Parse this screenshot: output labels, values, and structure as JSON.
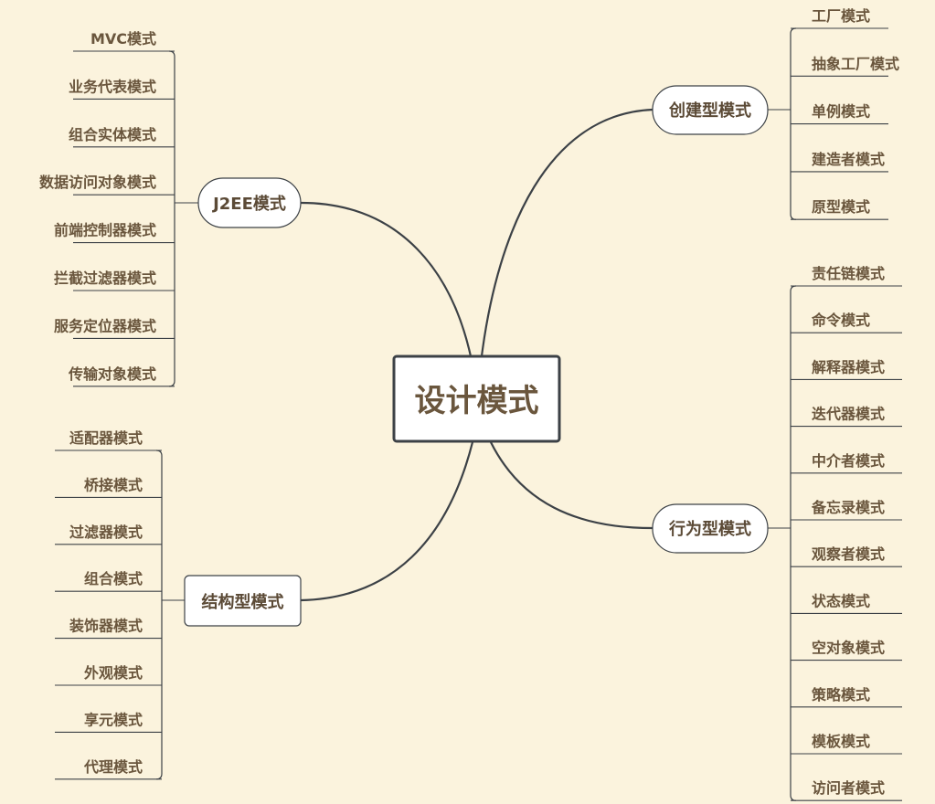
{
  "center": {
    "label": "设计模式"
  },
  "branches": {
    "creational": {
      "label": "创建型模式",
      "items": [
        "工厂模式",
        "抽象工厂模式",
        "单例模式",
        "建造者模式",
        "原型模式"
      ]
    },
    "behavioral": {
      "label": "行为型模式",
      "items": [
        "责任链模式",
        "命令模式",
        "解释器模式",
        "迭代器模式",
        "中介者模式",
        "备忘录模式",
        "观察者模式",
        "状态模式",
        "空对象模式",
        "策略模式",
        "模板模式",
        "访问者模式"
      ]
    },
    "j2ee": {
      "label": "J2EE模式",
      "items": [
        "MVC模式",
        "业务代表模式",
        "组合实体模式",
        "数据访问对象模式",
        "前端控制器模式",
        "拦截过滤器模式",
        "服务定位器模式",
        "传输对象模式"
      ]
    },
    "structural": {
      "label": "结构型模式",
      "items": [
        "适配器模式",
        "桥接模式",
        "过滤器模式",
        "组合模式",
        "装饰器模式",
        "外观模式",
        "享元模式",
        "代理模式"
      ]
    }
  }
}
